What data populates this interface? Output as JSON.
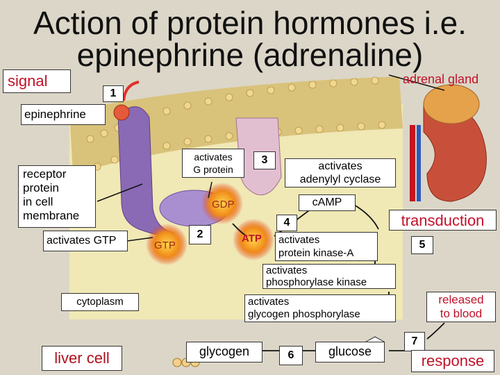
{
  "title": {
    "line1": "Action of protein hormones i.e.",
    "line2": "epinephrine (adrenaline)"
  },
  "labels": {
    "signal": "signal",
    "adrenal_gland": "adrenal gland",
    "epinephrine": "epinephrine",
    "receptor": "receptor\nprotein\nin cell\nmembrane",
    "activates_gtp": "activates GTP",
    "activates_g_protein": "activates\nG protein",
    "activates_adenylyl": "activates\nadenylyl cyclase",
    "camp": "cAMP",
    "gdp": "GDP",
    "gtp": "GTP",
    "atp": "ATP",
    "activates_pka": "activates\nprotein kinase-A",
    "transduction": "transduction",
    "activates_phosphorylase_kinase": "activates\nphosphorylase kinase",
    "cytoplasm": "cytoplasm",
    "activates_glycogen_phosphorylase": "activates\nglycogen phosphorylase",
    "released_to_blood": "released\nto blood",
    "liver_cell": "liver cell",
    "glycogen": "glycogen",
    "glucose": "glucose",
    "response": "response"
  },
  "step_numbers": {
    "s1": "1",
    "s2": "2",
    "s3": "3",
    "s4": "4",
    "s5": "5",
    "s6": "6",
    "s7": "7"
  },
  "colors": {
    "membrane": "#c8b070",
    "cytoplasm": "#f0e8b0",
    "receptor": "#8a6ab5",
    "highlight_red": "#c1122a",
    "starburst": "#e23a10"
  }
}
